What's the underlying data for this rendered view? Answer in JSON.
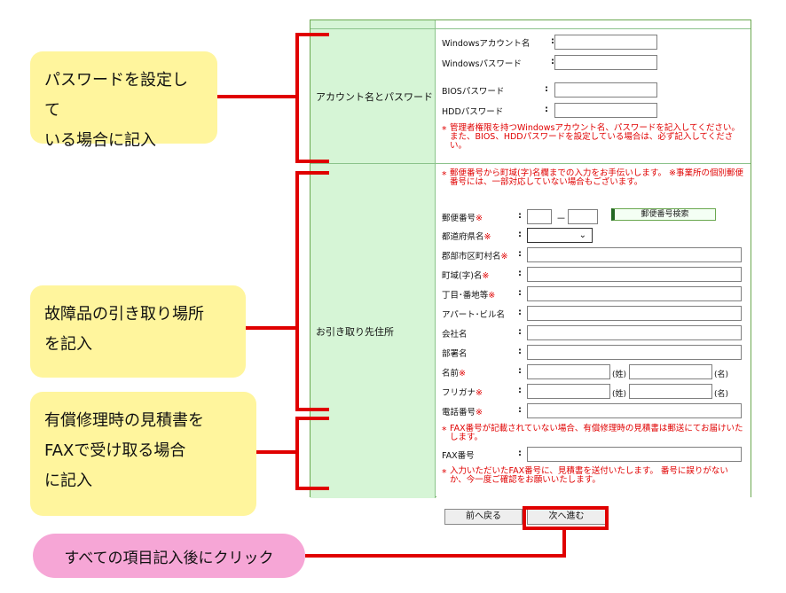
{
  "account": {
    "label": "アカウント名とパスワード",
    "fields": [
      {
        "label": "Windowsアカウント名",
        "value": ""
      },
      {
        "label": "Windowsパスワード",
        "value": ""
      },
      {
        "label": "BIOSパスワード",
        "value": ""
      },
      {
        "label": "HDDパスワード",
        "value": ""
      }
    ],
    "note": "管理者権限を持つWindowsアカウント名、パスワードを記入してください。また、BIOS、HDDパスワードを設定している場合は、必ず記入してください。"
  },
  "address": {
    "label": "お引き取り先住所",
    "note": "郵便番号から町域(字)名欄までの入力をお手伝いします。 ※事業所の個別郵便番号には、一部対応していない場合もございます。",
    "zip_label": "郵便番号",
    "zip_button": "郵便番号検索",
    "zip_separator": "－",
    "pref_label": "都道府県名",
    "city_label": "郡部市区町村名",
    "town_label": "町域(字)名",
    "chome_label": "丁目･番地等",
    "bldg_label": "アパート･ビル名",
    "company_label": "会社名",
    "dept_label": "部署名",
    "name_label": "名前",
    "kana_label": "フリガナ",
    "last_suffix": "(姓)",
    "first_suffix": "(名)",
    "tel_label": "電話番号",
    "fax_note": "FAX番号が記載されていない場合、有償修理時の見積書は郵送にてお届けいたします。",
    "fax_label": "FAX番号",
    "fax_note2": "入力いただいたFAX番号に、見積書を送付いたします。 番号に誤りがないか、今一度ご確認をお願いいたします。"
  },
  "buttons": {
    "back": "前へ戻る",
    "next": "次へ進む"
  },
  "callouts": {
    "password_l1": "パスワードを設定して",
    "password_l2": "いる場合に記入",
    "pickup_l1": "故障品の引き取り場所",
    "pickup_l2": "を記入",
    "fax_l1": "有償修理時の見積書を",
    "fax_l2": "FAXで受け取る場合",
    "fax_l3": "に記入",
    "click": "すべての項目記入後にクリック"
  },
  "colors": {
    "required_mark": "#e00000",
    "label_bg": "#d6f5d6",
    "callout_yellow": "#fff59d",
    "callout_pink": "#f6a6d6",
    "annotation_red": "#e00000"
  },
  "required_mark": "※",
  "colon": ":",
  "star": "*"
}
